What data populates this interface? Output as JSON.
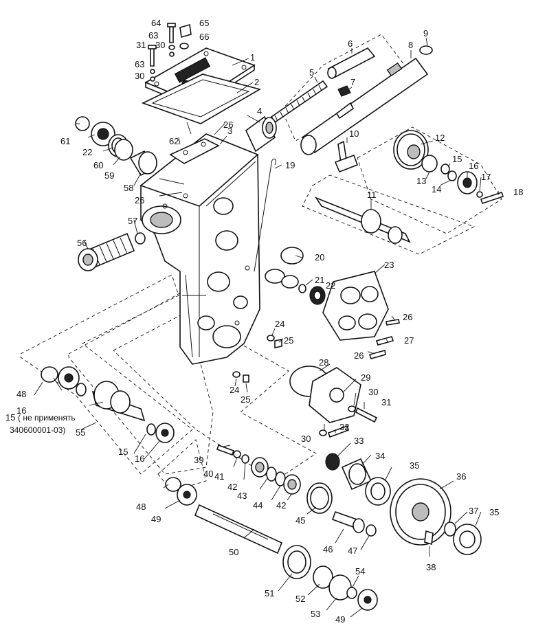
{
  "callouts": {
    "c1": "1",
    "c2": "2",
    "c3": "3",
    "c4": "4",
    "c5": "5",
    "c6": "6",
    "c7": "7",
    "c8": "8",
    "c9": "9",
    "c10": "10",
    "c11": "11",
    "c12": "12",
    "c13": "13",
    "c14": "14",
    "c15a": "15",
    "c15b": "15",
    "c15c": "15",
    "c16a": "16",
    "c16b": "16",
    "c16c": "16",
    "c17": "17",
    "c18": "18",
    "c19": "19",
    "c20": "20",
    "c21": "21",
    "c22a": "22",
    "c22b": "22",
    "c23": "23",
    "c24a": "24",
    "c24b": "24",
    "c25a": "25",
    "c25b": "25",
    "c26a": "26",
    "c26b": "26",
    "c26c": "26",
    "c26d": "26",
    "c27": "27",
    "c28": "28",
    "c29": "29",
    "c30a": "30",
    "c30b": "30",
    "c30c": "30",
    "c30d": "30",
    "c31a": "31",
    "c31b": "31",
    "c32": "32",
    "c33": "33",
    "c34": "34",
    "c35a": "35",
    "c35b": "35",
    "c36": "36",
    "c37": "37",
    "c38": "38",
    "c39": "39",
    "c40": "40",
    "c41": "41",
    "c42a": "42",
    "c42b": "42",
    "c43": "43",
    "c44": "44",
    "c45": "45",
    "c46": "46",
    "c47": "47",
    "c48a": "48",
    "c48b": "48",
    "c49a": "49",
    "c49b": "49",
    "c50": "50",
    "c51": "51",
    "c52": "52",
    "c53": "53",
    "c54": "54",
    "c55": "55",
    "c56": "56",
    "c57": "57",
    "c58": "58",
    "c59": "59",
    "c60": "60",
    "c61": "61",
    "c62": "62",
    "c63a": "63",
    "c63b": "63",
    "c64": "64",
    "c65": "65",
    "c66": "66"
  },
  "note": {
    "line1": "( не применять",
    "line2": "340600001-03)"
  }
}
